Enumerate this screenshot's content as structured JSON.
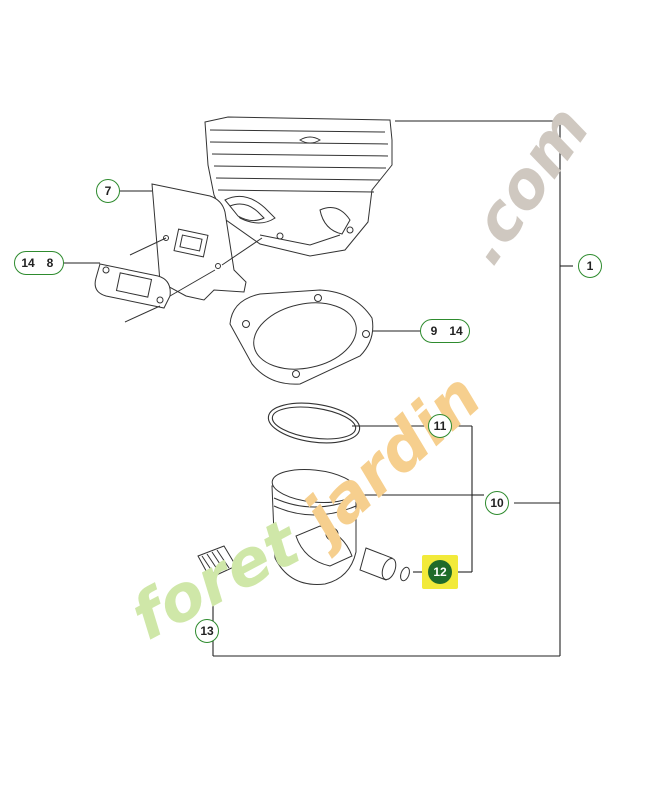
{
  "watermark": {
    "part1": "foret",
    "part2": "jardin",
    "part3": ".com"
  },
  "labels": {
    "l1": "1",
    "l7": "7",
    "l8": "8",
    "l9": "9",
    "l10": "10",
    "l11": "11",
    "l12": "12",
    "l13": "13",
    "l14a": "14",
    "l14b": "14"
  },
  "colors": {
    "label_border": "#2e8b2e",
    "highlight_bg": "#f2ea3a",
    "highlight_dot": "#1f6b2a",
    "watermark_green": "#cfe7a8",
    "watermark_orange": "#f6cf8e",
    "watermark_gray": "#cfc8c0"
  }
}
